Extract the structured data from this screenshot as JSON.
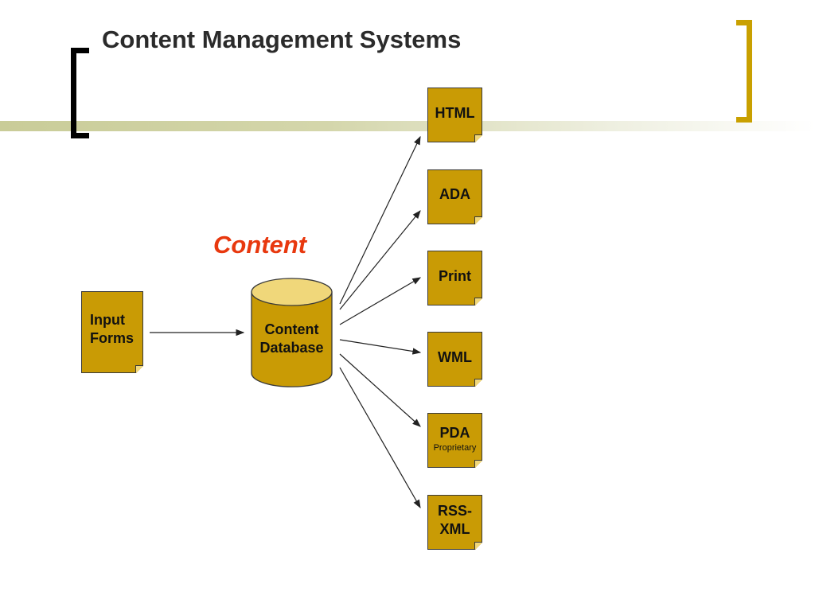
{
  "slide": {
    "title": "Content Management Systems",
    "content_label": "Content"
  },
  "diagram": {
    "source": {
      "line1": "Input",
      "line2": "Forms"
    },
    "database": {
      "line1": "Content",
      "line2": "Database"
    },
    "outputs": [
      {
        "id": "html",
        "line1": "HTML",
        "line2": ""
      },
      {
        "id": "ada",
        "line1": "ADA",
        "line2": ""
      },
      {
        "id": "print",
        "line1": "Print",
        "line2": ""
      },
      {
        "id": "wml",
        "line1": "WML",
        "line2": ""
      },
      {
        "id": "pda",
        "line1": "PDA",
        "sub": "Proprietary"
      },
      {
        "id": "rss",
        "line1": "RSS-",
        "line2": "XML"
      }
    ]
  },
  "colors": {
    "box_fill": "#c99b05",
    "cylinder_top": "#f0d77a",
    "accent_gold": "#c9a000",
    "content_red": "#e8380e"
  }
}
